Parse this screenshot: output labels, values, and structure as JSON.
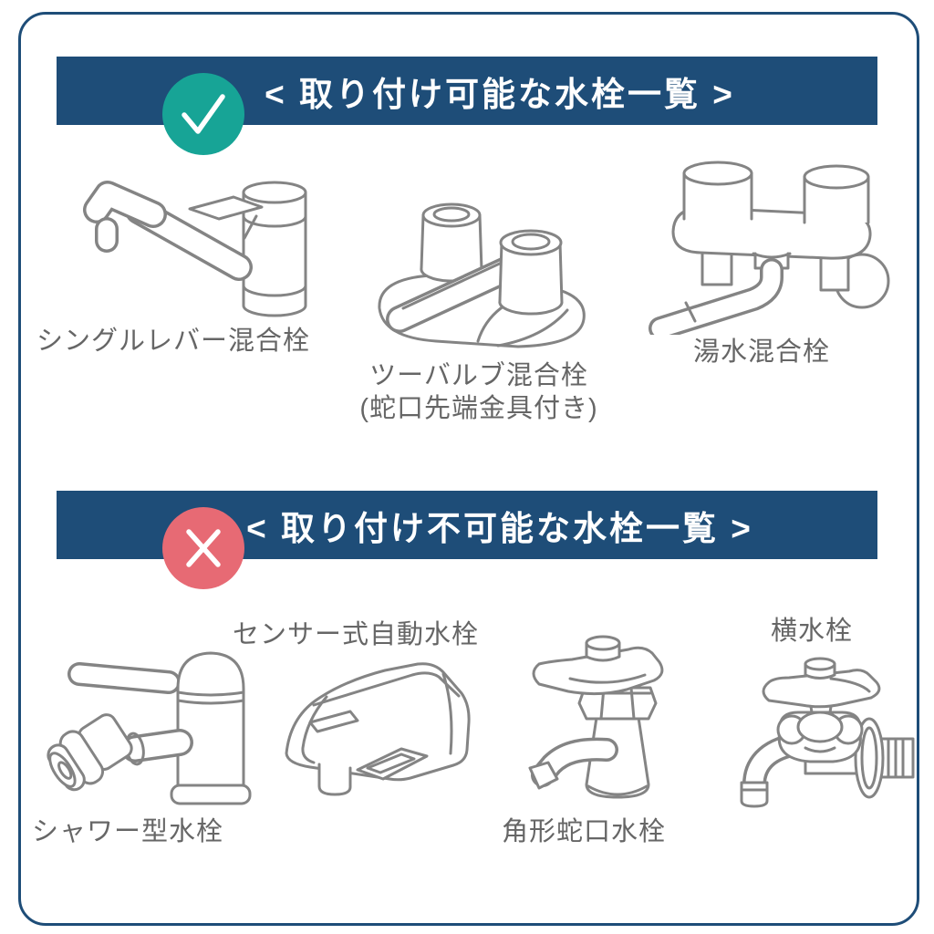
{
  "page": {
    "background": "#ffffff",
    "border_color": "#1e4d78"
  },
  "colors": {
    "header_bg": "#1e4d78",
    "header_text": "#ffffff",
    "check_badge": "#17a496",
    "cross_badge": "#e76a74",
    "label_text": "#666666",
    "line_art": "#848484"
  },
  "sections": [
    {
      "title": "< 取り付け可能な水栓一覧 >",
      "badge": "check",
      "items": [
        {
          "name": "single-lever-mixer",
          "label": "シングルレバー混合栓"
        },
        {
          "name": "two-valve-mixer",
          "label": "ツーバルブ混合栓",
          "sublabel": "(蛇口先端金具付き)"
        },
        {
          "name": "hot-cold-mixer",
          "label": "湯水混合栓"
        }
      ]
    },
    {
      "title": "< 取り付け不可能な水栓一覧 >",
      "badge": "cross",
      "items": [
        {
          "name": "shower-type-faucet",
          "label": "シャワー型水栓"
        },
        {
          "name": "sensor-automatic-faucet",
          "label": "センサー式自動水栓"
        },
        {
          "name": "square-spout-faucet",
          "label": "角形蛇口水栓"
        },
        {
          "name": "horizontal-wall-faucet",
          "label": "横水栓"
        }
      ]
    }
  ]
}
